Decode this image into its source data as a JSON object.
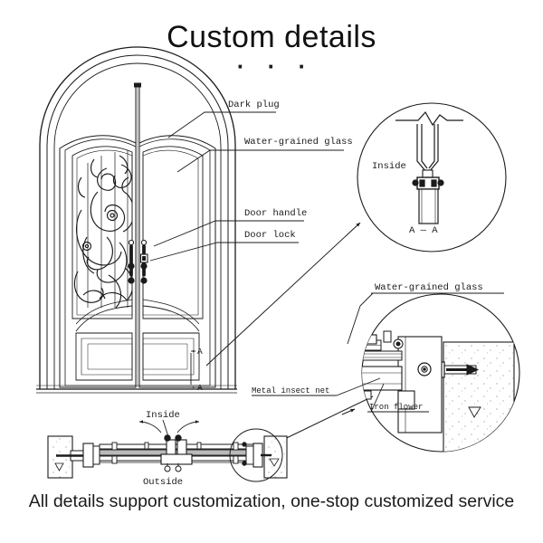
{
  "page": {
    "title": "Custom details",
    "ornament_dots": "· · ·",
    "caption": "All details support customization, one-stop customized service",
    "background_color": "#ffffff",
    "line_color": "#1b1b1b"
  },
  "callouts": {
    "dark_plug": "Dark plug",
    "water_grained_glass_top": "Water-grained glass",
    "door_handle": "Door handle",
    "door_lock": "Door lock",
    "metal_insect_net": "Metal insect net",
    "iron_flower": "Iron flower",
    "water_grained_glass_bottom": "Water-grained glass"
  },
  "section_markers": {
    "upper_a": "A",
    "lower_a": "A",
    "section_title": "A — A"
  },
  "detail_top_right": {
    "inside_label": "Inside",
    "section_label": "A — A"
  },
  "detail_bottom_left": {
    "inside_label": "Inside",
    "outside_label": "Outside"
  },
  "detail_bottom_right": {
    "glass_label": "Water-grained glass",
    "iron_flower_label": "Iron flower"
  }
}
